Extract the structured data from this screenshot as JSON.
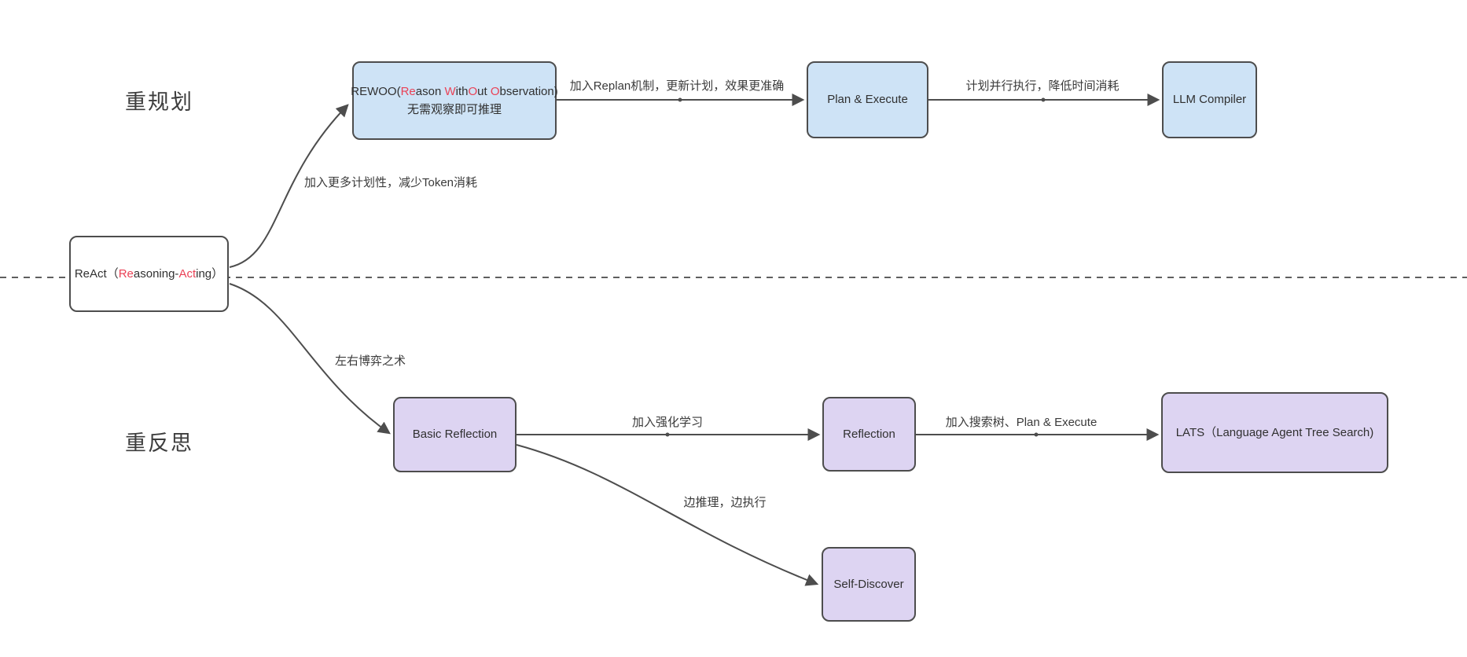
{
  "section_labels": {
    "top": "重规划",
    "bottom": "重反思"
  },
  "nodes": {
    "react": {
      "segments": [
        {
          "text": "ReAct（"
        },
        {
          "text": "Re"
        },
        {
          "text": "asoning-"
        },
        {
          "text": "Act"
        },
        {
          "text": "ing）"
        }
      ]
    },
    "rewoo": {
      "line1_segments": [
        {
          "text": "REWOO("
        },
        {
          "text": "Re"
        },
        {
          "text": "ason "
        },
        {
          "text": "W"
        },
        {
          "text": "ith"
        },
        {
          "text": "O"
        },
        {
          "text": "ut "
        },
        {
          "text": "O"
        },
        {
          "text": "bservation)"
        }
      ],
      "line2": "无需观察即可推理"
    },
    "plan_execute": {
      "label": "Plan & Execute"
    },
    "llm_compiler": {
      "label": "LLM Compiler"
    },
    "basic_reflection": {
      "label": "Basic Reflection"
    },
    "reflection": {
      "label": "Reflection"
    },
    "lats": {
      "label": "LATS（Language Agent Tree Search)"
    },
    "self_discover": {
      "label": "Self-Discover"
    }
  },
  "edge_labels": {
    "react_to_rewoo": "加入更多计划性，减少Token消耗",
    "rewoo_to_plan": "加入Replan机制，更新计划，效果更准确",
    "plan_to_compiler": "计划并行执行，降低时间消耗",
    "react_to_basic_reflection": "左右博弈之术",
    "basic_to_reflection": "加入强化学习",
    "reflection_to_lats": "加入搜索树、Plan & Execute",
    "basic_to_self_discover": "边推理，边执行"
  },
  "colors": {
    "blue_fill": "#cee3f6",
    "purple_fill": "#ddd4f2",
    "node_border": "#4d4d4d",
    "line": "#4d4d4d",
    "dotted_line": "#5f5f5f",
    "accent_red": "#ea4256",
    "text": "#303030"
  }
}
